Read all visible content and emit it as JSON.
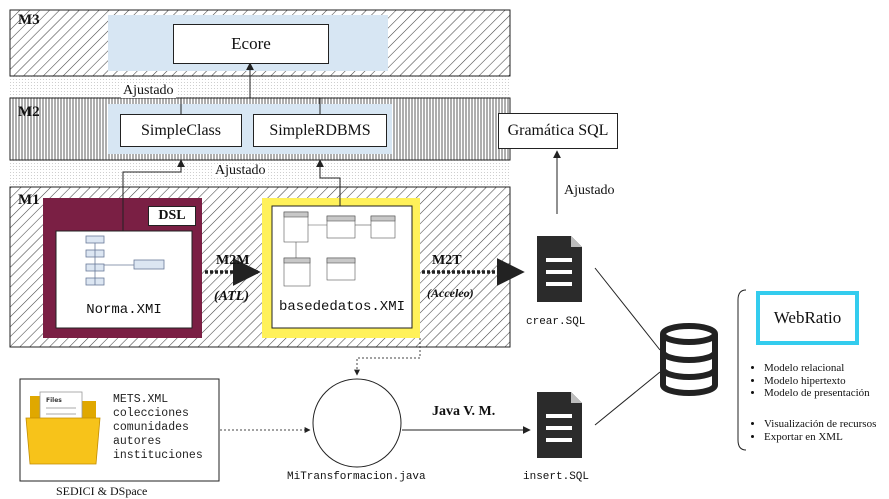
{
  "levels": {
    "m3": "M3",
    "m2": "M2",
    "m1": "M1"
  },
  "metamodels": {
    "ecore": "Ecore",
    "simpleclass": "SimpleClass",
    "simplerdbms": "SimpleRDBMS",
    "gramatica": "Gramática SQL",
    "webratio": "WebRatio"
  },
  "labels": {
    "ajustado_top": "Ajustado",
    "ajustado_mid": "Ajustado",
    "ajustado_right": "Ajustado",
    "dsl": "DSL",
    "m2m": "M2M",
    "atl": "(ATL)",
    "m2t": "M2T",
    "acceleo": "(Acceleo)",
    "javavm": "Java V. M."
  },
  "files": {
    "norma": "Norma.XMI",
    "basededatos": "basededatos.XMI",
    "crear": "crear.SQL",
    "insert": "insert.SQL",
    "mitransformacion": "MiTransformacion.java"
  },
  "sources": {
    "caption": "SEDICI & DSpace",
    "items": [
      "METS.XML",
      "colecciones",
      "comunidades",
      "autores",
      "instituciones"
    ]
  },
  "features": {
    "group1": [
      "Modelo relacional",
      "Modelo hipertexto",
      "Modelo de presentación"
    ],
    "group2": [
      "Visualización de recursos",
      "Exportar en XML"
    ]
  },
  "colors": {
    "dsl_panel": "#7a1f44",
    "db_panel": "#fff15a",
    "meta_bg": "#d7e6f3",
    "webratio_border": "#33ccee"
  }
}
